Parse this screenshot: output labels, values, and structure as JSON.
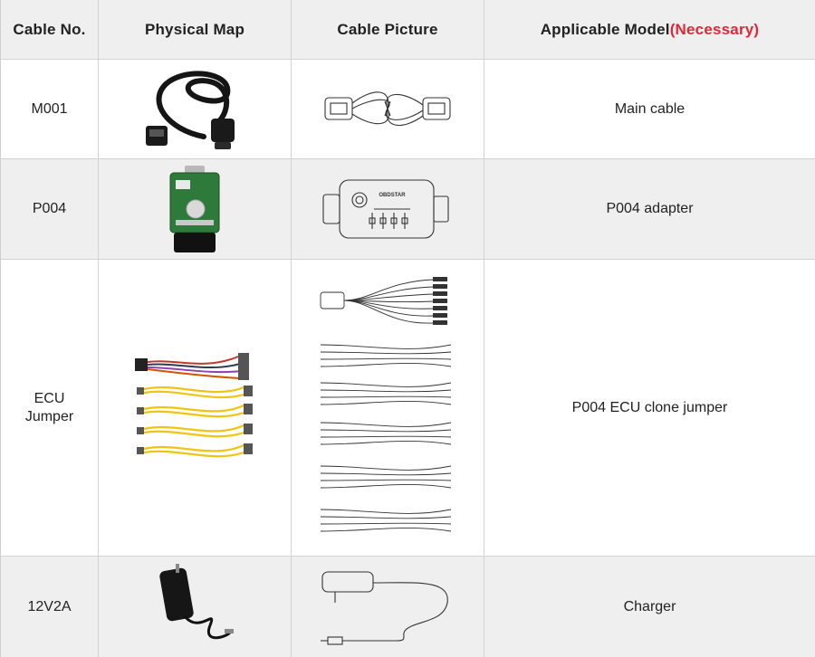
{
  "colors": {
    "header_bg": "#efefef",
    "zebra_bg": "#efefef",
    "accent_red": "#e0283a"
  },
  "header": {
    "cable_no": "Cable No.",
    "physical_map": "Physical Map",
    "cable_picture": "Cable Picture",
    "applicable_model": "Applicable Model",
    "necessary": "(Necessary)"
  },
  "rows": [
    {
      "cable_no": "M001",
      "model": "Main cable",
      "photo_icon": "obd-cable-photo",
      "drawing_icon": "main-cable-drawing"
    },
    {
      "cable_no": "P004",
      "model": "P004 adapter",
      "photo_icon": "adapter-board-photo",
      "drawing_icon": "adapter-drawing",
      "drawing_brand": "OBDSTAR"
    },
    {
      "cable_no": "ECU\nJumper",
      "model": "P004 ECU clone jumper",
      "photo_icon": "jumper-wires-photo",
      "drawing_icon": "jumper-set-drawing"
    },
    {
      "cable_no": "12V2A",
      "model": "Charger",
      "photo_icon": "power-adapter-photo",
      "drawing_icon": "charger-drawing"
    }
  ]
}
